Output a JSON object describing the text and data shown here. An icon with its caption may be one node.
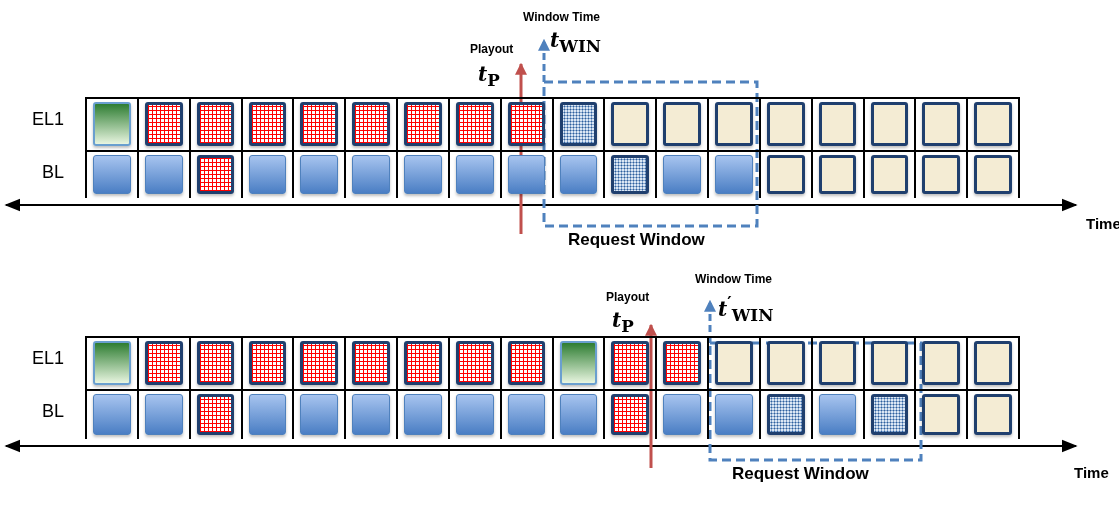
{
  "diagram": {
    "labels": [
      "Window Time",
      "*t*$_{WIN}$",
      "Playout",
      "*t*$_{P}$",
      "EL1",
      "BL",
      "Request Window",
      "Time",
      "Window Time",
      "*t*$^{′}$$_{WIN}$",
      "Playout",
      "*t*$_{P}$",
      "EL1",
      "BL",
      "Request Window",
      "Time"
    ]
  }
}
